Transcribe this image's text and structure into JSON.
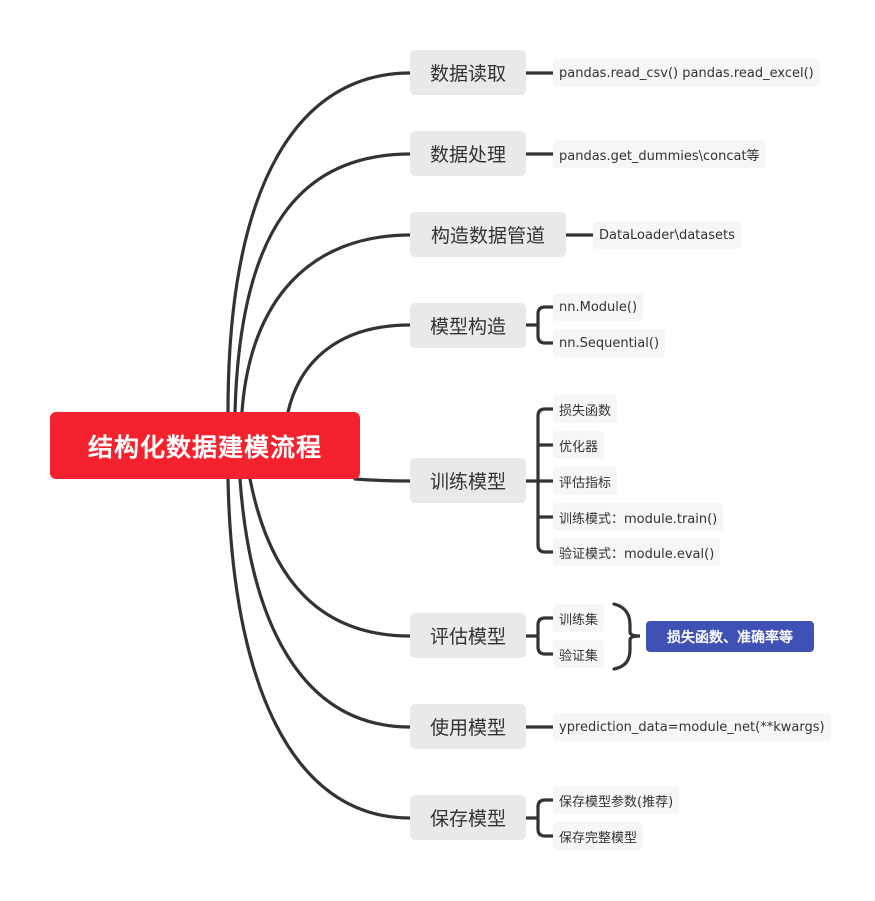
{
  "root": {
    "label": "结构化数据建模流程"
  },
  "branches": [
    {
      "label": "数据读取",
      "leaves": [
        "pandas.read_csv() pandas.read_excel()"
      ]
    },
    {
      "label": "数据处理",
      "leaves": [
        "pandas.get_dummies\\concat等"
      ]
    },
    {
      "label": "构造数据管道",
      "leaves": [
        "DataLoader\\datasets"
      ]
    },
    {
      "label": "模型构造",
      "leaves": [
        "nn.Module()",
        "nn.Sequential()"
      ]
    },
    {
      "label": "训练模型",
      "leaves": [
        "损失函数",
        "优化器",
        "评估指标",
        "训练模式：module.train()",
        "验证模式：module.eval()"
      ]
    },
    {
      "label": "评估模型",
      "leaves": [
        "训练集",
        "验证集"
      ],
      "summary": "损失函数、准确率等"
    },
    {
      "label": "使用模型",
      "leaves": [
        "yprediction_data=module_net(**kwargs)"
      ]
    },
    {
      "label": "保存模型",
      "leaves": [
        "保存模型参数(推荐)",
        "保存完整模型"
      ]
    }
  ],
  "colors": {
    "root_bg": "#f4222f",
    "branch_bg": "#e9e9e9",
    "leaf_bg": "#f6f6f6",
    "summary_bg": "#3f51b5",
    "line": "#333333"
  }
}
